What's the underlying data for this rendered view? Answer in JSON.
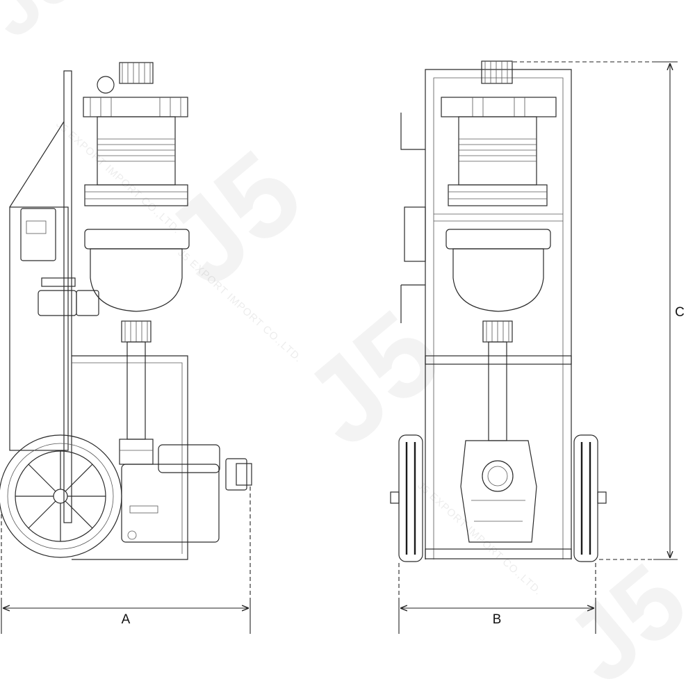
{
  "dimensions": {
    "width_side": "A",
    "width_front": "B",
    "height": "C"
  },
  "watermark": {
    "logo": "J5",
    "text": "J5 EXPORT IMPORT CO.,LTD."
  },
  "colors": {
    "line": "#2a2a2a",
    "watermark": "#000000",
    "background": "#ffffff"
  }
}
